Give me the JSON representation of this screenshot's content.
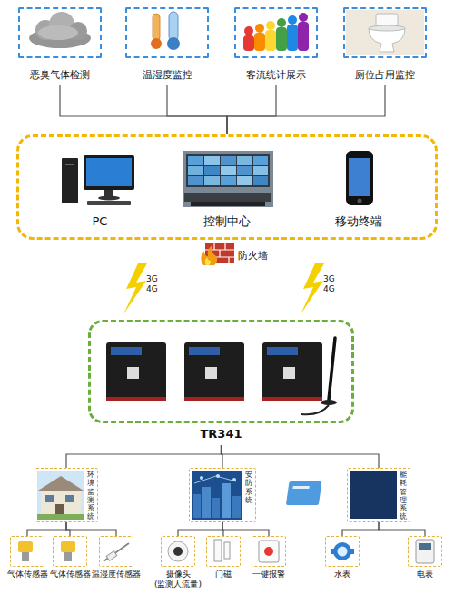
{
  "diagram": {
    "nodes": [
      {
        "text": [
          "恶臭气体检测"
        ]
      },
      {
        "text": [
          "温湿度监控"
        ]
      },
      {
        "text": [
          "客流统计展示"
        ]
      },
      {
        "text": [
          "厕位占用监控"
        ]
      },
      {
        "text": []
      },
      {
        "text": [
          "PC"
        ],
        "in": 4
      },
      {
        "text": [
          "控制中心"
        ],
        "in": 4
      },
      {
        "text": [
          "移动终端"
        ],
        "in": 4
      },
      {
        "text": [
          "TR341"
        ]
      },
      {
        "text": [
          "环境监测系统"
        ]
      },
      {
        "text": [
          "安防系统"
        ]
      },
      {
        "text": [
          "能耗管理系统"
        ]
      },
      {
        "text": [
          "气体传感器"
        ]
      },
      {
        "text": [
          "气体传感器"
        ]
      },
      {
        "text": [
          "温湿度传感器"
        ]
      },
      {
        "text": [
          "摄像头 (监测人流量)"
        ]
      },
      {
        "text": [
          "门磁"
        ]
      },
      {
        "text": [
          "一键报警"
        ]
      },
      {
        "text": [
          "水表"
        ]
      },
      {
        "text": [
          "电表"
        ]
      }
    ],
    "edges": [
      {
        "from": 0,
        "to": 4,
        "arrow": "none"
      },
      {
        "from": 1,
        "to": 4,
        "arrow": "none"
      },
      {
        "from": 2,
        "to": 4,
        "arrow": "none"
      },
      {
        "from": 3,
        "to": 4,
        "arrow": "none"
      },
      {
        "from": 8,
        "to": 9,
        "arrow": "none"
      },
      {
        "from": 8,
        "to": 10,
        "arrow": "none"
      },
      {
        "from": 8,
        "to": 11,
        "arrow": "none"
      },
      {
        "from": 9,
        "to": 12,
        "arrow": "none"
      },
      {
        "from": 9,
        "to": 13,
        "arrow": "none"
      },
      {
        "from": 9,
        "to": 14,
        "arrow": "none"
      },
      {
        "from": 10,
        "to": 15,
        "arrow": "none"
      },
      {
        "from": 10,
        "to": 16,
        "arrow": "none"
      },
      {
        "from": 10,
        "to": 17,
        "arrow": "none"
      },
      {
        "from": 11,
        "to": 18,
        "arrow": "none"
      },
      {
        "from": 11,
        "to": 19,
        "arrow": "none"
      }
    ],
    "labels": [
      "防火墙",
      "3G 4G",
      "3G 4G"
    ]
  }
}
